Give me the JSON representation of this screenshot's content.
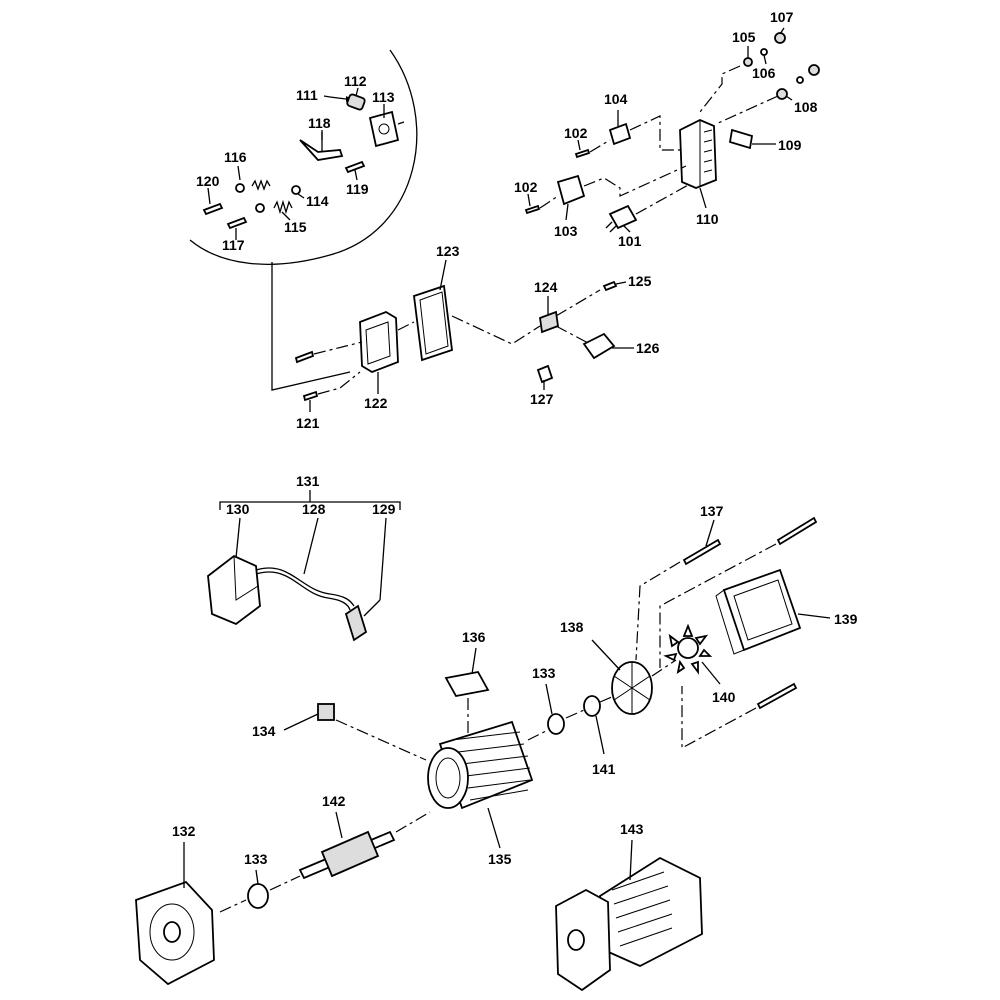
{
  "labels": {
    "l101": "101",
    "l102a": "102",
    "l102b": "102",
    "l103": "103",
    "l104": "104",
    "l105": "105",
    "l106": "106",
    "l107": "107",
    "l108": "108",
    "l109": "109",
    "l110": "110",
    "l111": "111",
    "l112": "112",
    "l113": "113",
    "l114": "114",
    "l115": "115",
    "l116": "116",
    "l117": "117",
    "l118": "118",
    "l119": "119",
    "l120": "120",
    "l121": "121",
    "l122": "122",
    "l123": "123",
    "l124": "124",
    "l125": "125",
    "l126": "126",
    "l127": "127",
    "l128": "128",
    "l129": "129",
    "l130": "130",
    "l131": "131",
    "l132": "132",
    "l133a": "133",
    "l133b": "133",
    "l134": "134",
    "l135": "135",
    "l136": "136",
    "l137": "137",
    "l138": "138",
    "l139": "139",
    "l140": "140",
    "l141": "141",
    "l142": "142",
    "l143": "143"
  }
}
